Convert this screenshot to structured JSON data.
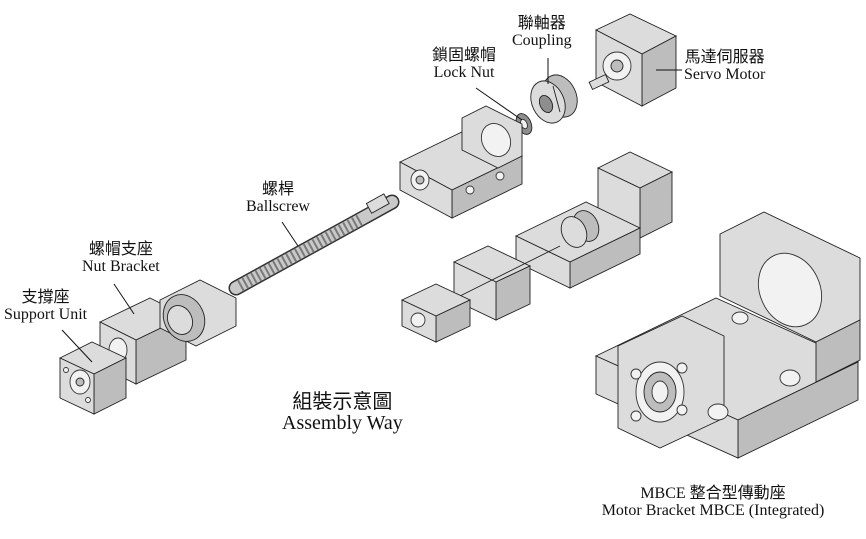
{
  "labels": {
    "coupling": {
      "zh": "聯軸器",
      "en": "Coupling"
    },
    "lock_nut": {
      "zh": "鎖固螺帽",
      "en": "Lock Nut"
    },
    "servo_motor": {
      "zh": "馬達伺服器",
      "en": "Servo Motor"
    },
    "ballscrew": {
      "zh": "螺桿",
      "en": "Ballscrew"
    },
    "nut_bracket": {
      "zh": "螺帽支座",
      "en": "Nut Bracket"
    },
    "support_unit": {
      "zh": "支撐座",
      "en": "Support Unit"
    },
    "assembly_way": {
      "zh": "組裝示意圖",
      "en": "Assembly Way"
    },
    "mbce": {
      "zh": "MBCE 整合型傳動座",
      "en": "Motor Bracket MBCE (Integrated)"
    }
  },
  "colors": {
    "part_light": "#dcdcdc",
    "part_mid": "#bdbdbd",
    "part_dark": "#8e8e8e",
    "outline": "#222222"
  }
}
